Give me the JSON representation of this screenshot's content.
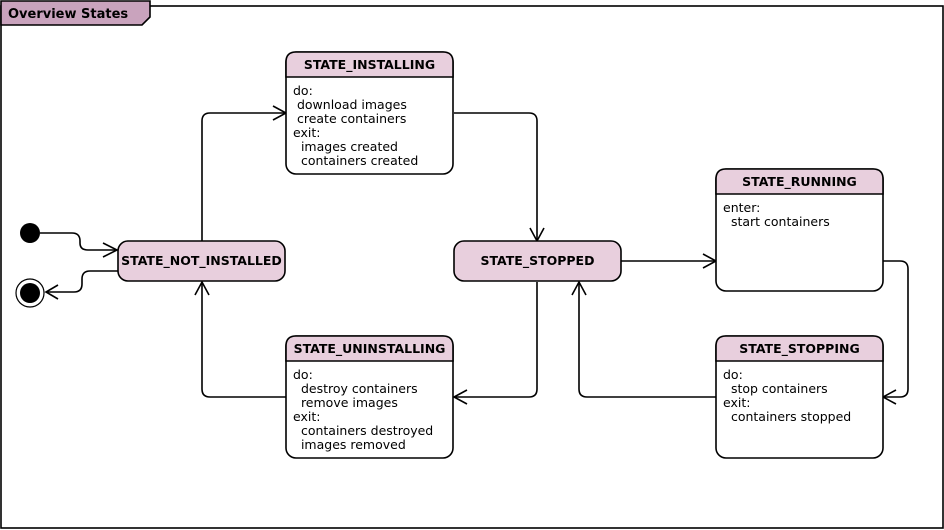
{
  "diagram": {
    "frame_label": "Overview States",
    "colors": {
      "state_fill": "#e8cfdd",
      "state_header_fill": "#e8cfdd",
      "frame_tab_fill": "#c9a3bd",
      "line": "#000000",
      "background": "#ffffff"
    },
    "states": {
      "not_installed": {
        "name": "STATE_NOT_INSTALLED"
      },
      "stopped": {
        "name": "STATE_STOPPED"
      },
      "installing": {
        "name": "STATE_INSTALLING",
        "lines": [
          "do:",
          " download images",
          " create containers",
          "exit:",
          "  images created",
          "  containers created"
        ]
      },
      "uninstalling": {
        "name": "STATE_UNINSTALLING",
        "lines": [
          "do:",
          "  destroy containers",
          "  remove images",
          "exit:",
          "  containers destroyed",
          "  images removed"
        ]
      },
      "running": {
        "name": "STATE_RUNNING",
        "lines": [
          "enter:",
          "  start containers"
        ]
      },
      "stopping": {
        "name": "STATE_STOPPING",
        "lines": [
          "do:",
          "  stop containers",
          "exit:",
          "  containers stopped"
        ]
      }
    },
    "pseudostates": [
      "initial-node",
      "final-node"
    ],
    "transitions": [
      [
        "initial",
        "not_installed"
      ],
      [
        "not_installed",
        "final"
      ],
      [
        "not_installed",
        "installing"
      ],
      [
        "installing",
        "stopped"
      ],
      [
        "stopped",
        "running"
      ],
      [
        "running",
        "stopping"
      ],
      [
        "stopping",
        "stopped"
      ],
      [
        "stopped",
        "uninstalling"
      ],
      [
        "uninstalling",
        "not_installed"
      ]
    ]
  }
}
